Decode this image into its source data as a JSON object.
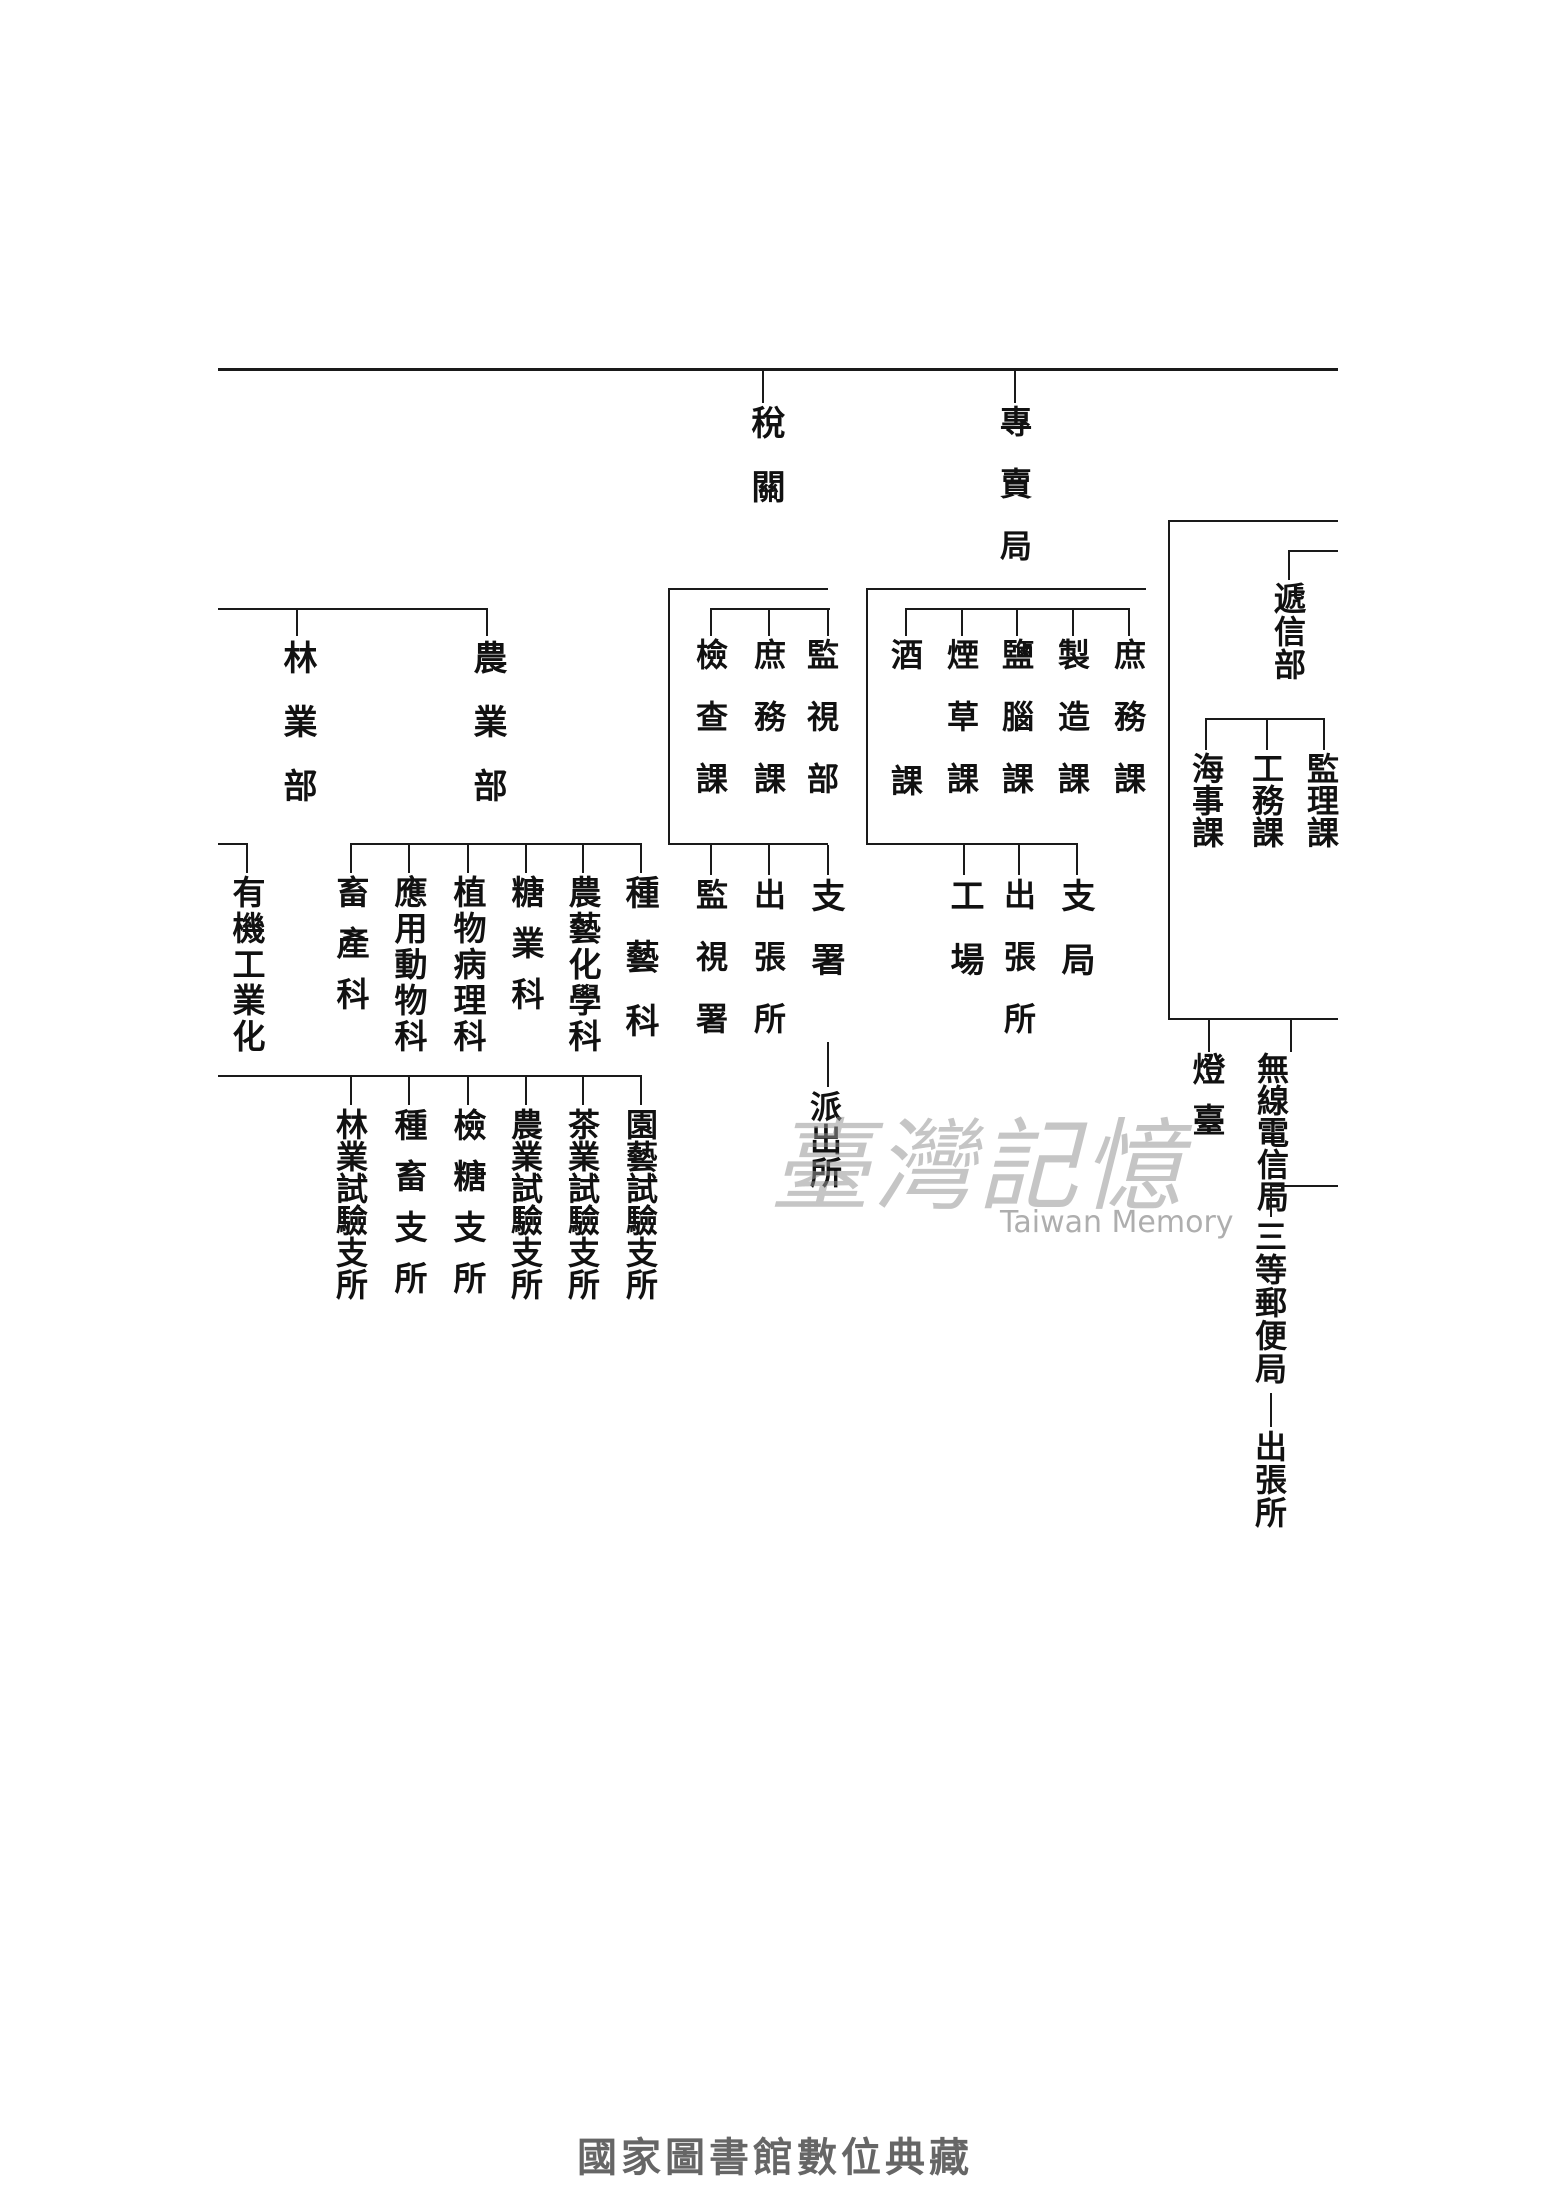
{
  "chart": {
    "tax": "稅關",
    "tax_children": [
      "監視部",
      "庶務課",
      "檢查課"
    ],
    "tax_branches": [
      "支署",
      "出張所",
      "監視署"
    ],
    "tax_dispatch": "派出所",
    "monopoly": "專賣局",
    "monopoly_children": [
      "庶務課",
      "製造課",
      "鹽腦課",
      "煙草課",
      "酒課"
    ],
    "monopoly_branches": [
      "支局",
      "出張所",
      "工場"
    ],
    "comm": "遞信部",
    "comm_children": [
      "監理課",
      "工務課",
      "海事課"
    ],
    "comm_offices": [
      "無線電信局",
      "燈臺"
    ],
    "post_office": "三等郵便局",
    "post_branch": "出張所",
    "agri": "農業部",
    "forest": "林業部",
    "agri_children": [
      "種藝科",
      "農藝化學科",
      "糖業科",
      "植物病理科",
      "應用動物科",
      "畜產科"
    ],
    "chem": "有機工業化",
    "stations": [
      "園藝試驗支所",
      "茶業試驗支所",
      "農業試驗支所",
      "檢糖支所",
      "種畜支所",
      "林業試驗支所"
    ]
  },
  "watermark": {
    "cn": "臺灣記憶",
    "en": "Taiwan Memory"
  },
  "footer": "國家圖書館數位典藏"
}
